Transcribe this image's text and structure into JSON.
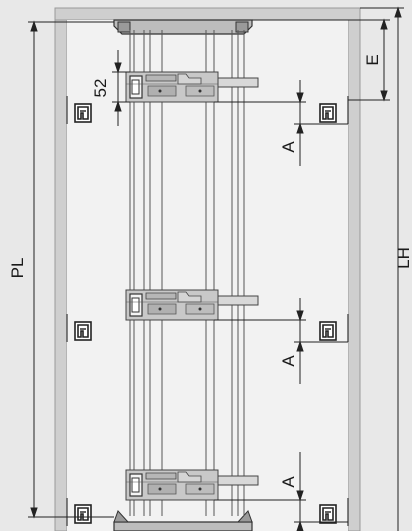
{
  "diagram": {
    "dimension_labels": {
      "pl": "PL",
      "lh": "LH",
      "e": "E",
      "gap_top": "A",
      "gap_middle": "A",
      "gap_bottom": "A",
      "bracket_height": "52"
    }
  }
}
